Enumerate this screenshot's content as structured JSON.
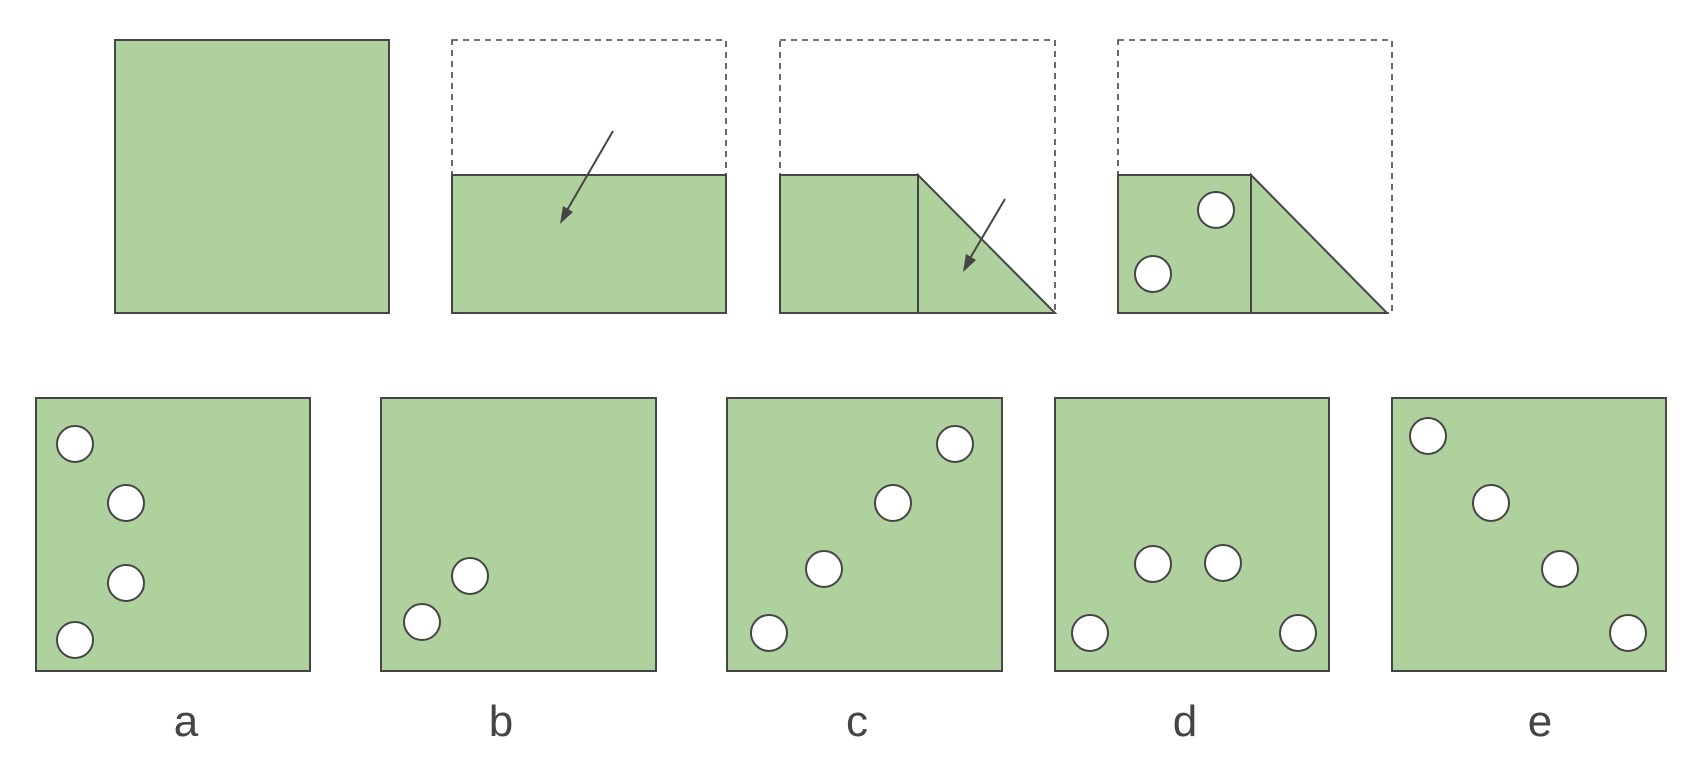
{
  "colors": {
    "fill": "#aed19e",
    "stroke": "#454545",
    "hole": "#ffffff"
  },
  "answer_options": {
    "a": "a",
    "b": "b",
    "c": "c",
    "d": "d",
    "e": "e"
  }
}
